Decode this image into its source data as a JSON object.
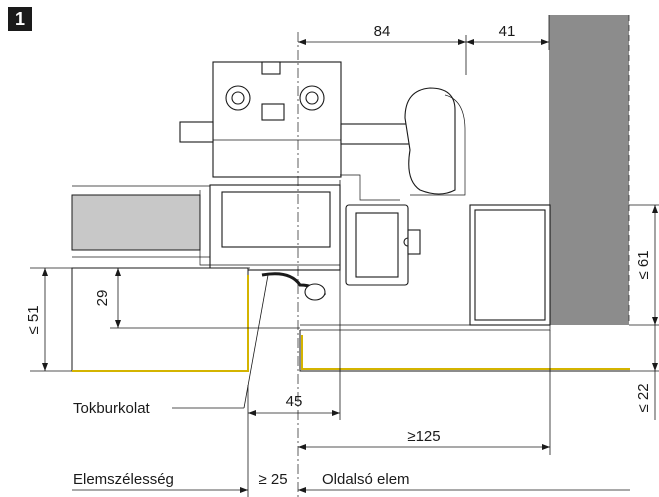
{
  "figure": {
    "number": "1"
  },
  "dimensions": {
    "d84": "84",
    "d41": "41",
    "d29": "29",
    "d51": "≤ 51",
    "d61": "≤ 61",
    "d22": "≤ 22",
    "d45": "45",
    "d125": "≥125",
    "d25": "≥ 25"
  },
  "labels": {
    "tokburkolat": "Tokburkolat",
    "elemszelesseg": "Elemszélesség",
    "oldalso_elem": "Oldalsó elem"
  },
  "colors": {
    "wall": "#8c8c8c",
    "glass": "#c8c8c8",
    "panel_edge": "#d4b400"
  }
}
